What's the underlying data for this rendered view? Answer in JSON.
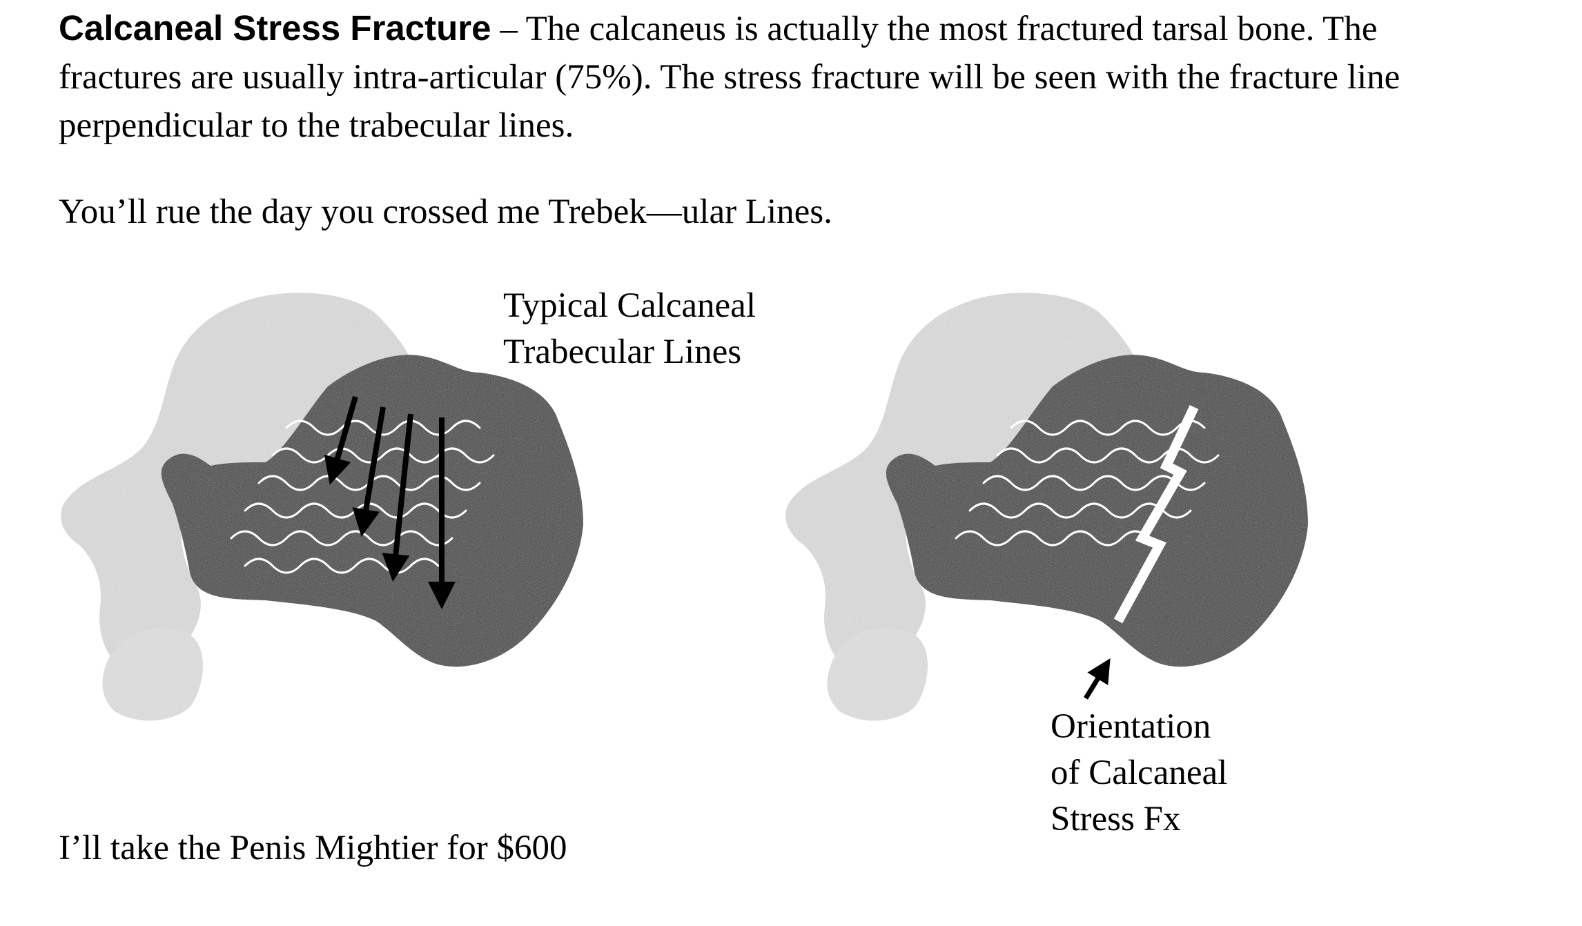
{
  "intro": {
    "heading": "Calcaneal Stress Fracture",
    "body": " – The calcaneus is actually the most fractured tarsal bone. The fractures are usually intra-articular (75%).  The stress fracture will be seen with the fracture line perpendicular to the trabecular lines."
  },
  "joke_line": "You’ll rue the day you crossed me Trebek—ular Lines.",
  "figure_left": {
    "label_line1": "Typical Calcaneal",
    "label_line2": "Trabecular Lines"
  },
  "figure_right": {
    "label_line1": "Orientation",
    "label_line2": "of Calcaneal",
    "label_line3": "Stress Fx"
  },
  "footer_line": "I’ll take the Penis Mightier for $600",
  "colors": {
    "light_bone": "#dcdcdc",
    "dark_bone": "#3d3d3d",
    "trabecular_line": "#ffffff",
    "arrow": "#000000",
    "fracture_line": "#ffffff"
  }
}
